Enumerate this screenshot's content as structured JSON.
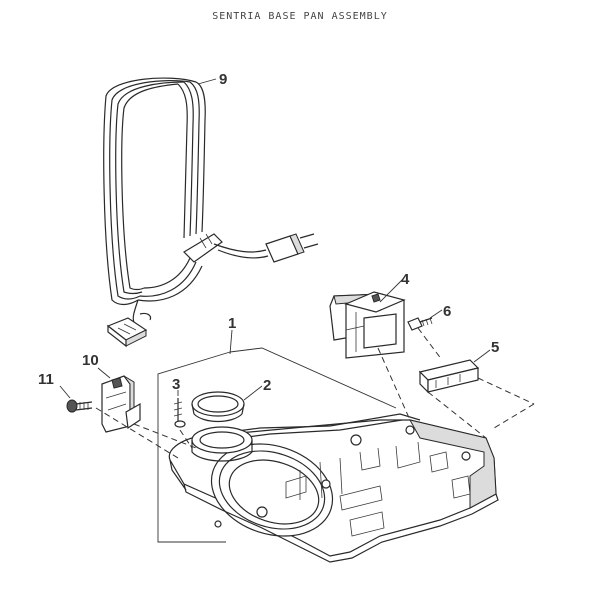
{
  "title": "SENTRIA BASE PAN ASSEMBLY",
  "callouts": {
    "base_pan": "1",
    "gasket": "2",
    "screw": "3",
    "bracket": "4",
    "cover": "5",
    "bracket_screw": "6",
    "power_cord": "9",
    "clip": "10",
    "clip_screw": "11"
  }
}
